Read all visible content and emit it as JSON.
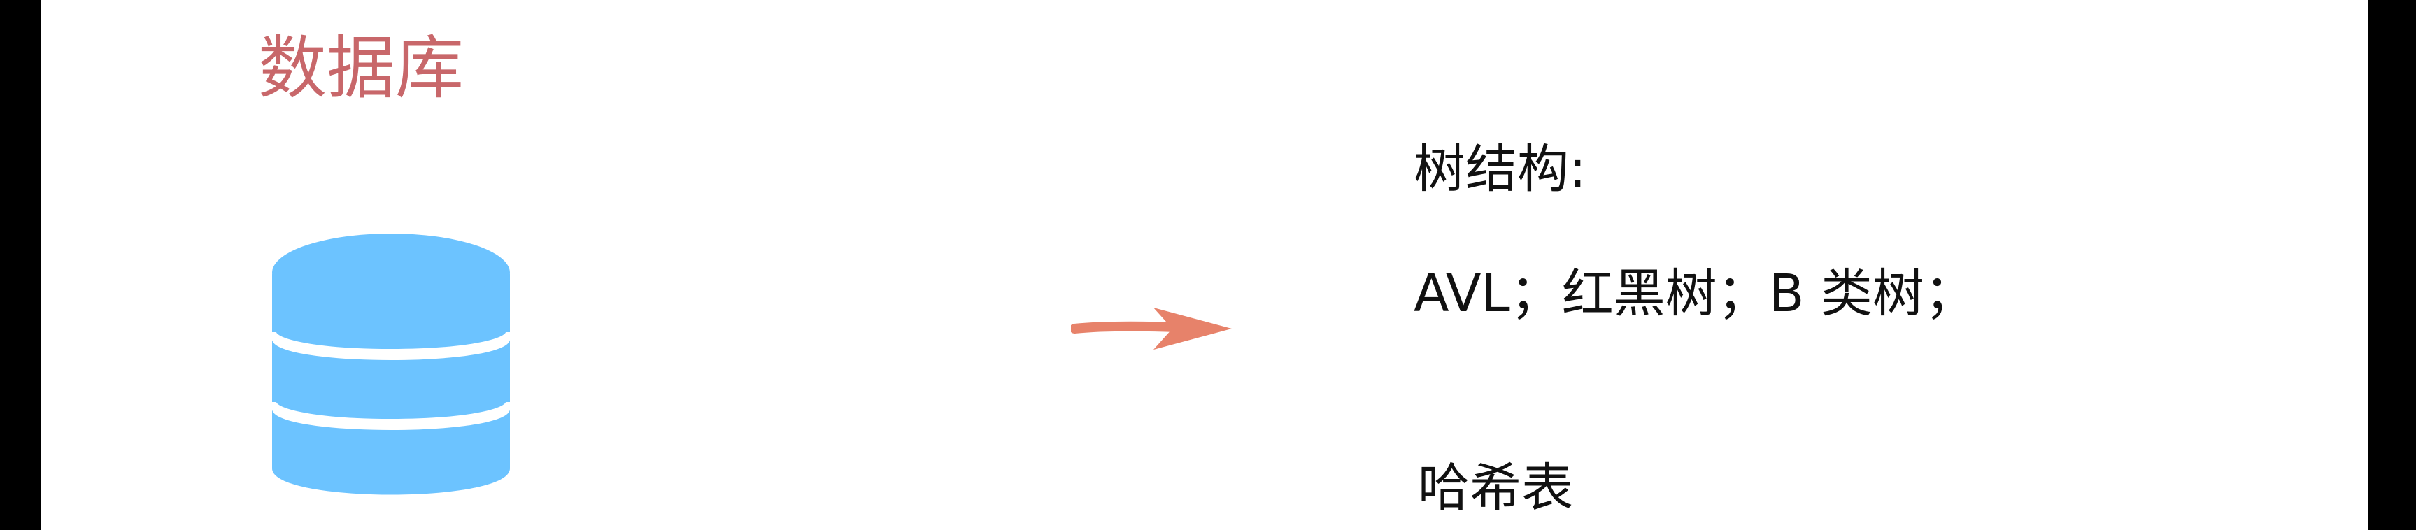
{
  "slide": {
    "title": "数据库",
    "icon": "database-icon",
    "arrow_icon": "right-arrow-icon",
    "lines": [
      "树结构:",
      "AVL；红黑树；B 类树；",
      "哈希表"
    ]
  },
  "colors": {
    "title": "#c8676a",
    "database": "#6cc3ff",
    "arrow": "#e7826a",
    "text": "#111111",
    "frame": "#000000",
    "background": "#ffffff"
  }
}
